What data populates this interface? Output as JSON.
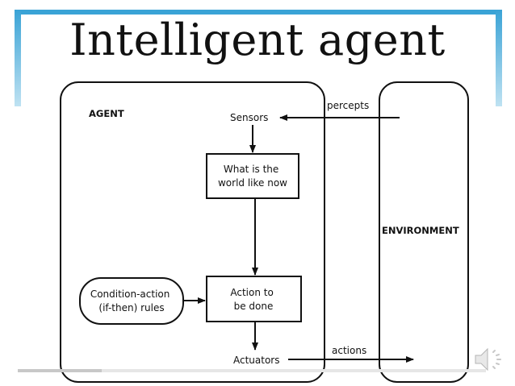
{
  "slide": {
    "title": "Intelligent agent",
    "progress": 0.18
  },
  "diagram": {
    "agent_label": "AGENT",
    "environment_label": "ENVIRONMENT",
    "nodes": {
      "sensors": "Sensors",
      "world_state": [
        "What is the",
        "world like now"
      ],
      "rules": [
        "Condition-action",
        "(if-then) rules"
      ],
      "action": [
        "Action to",
        "be done"
      ],
      "actuators": "Actuators"
    },
    "edges": {
      "percepts": "percepts",
      "actions": "actions"
    }
  },
  "icons": {
    "speaker": "speaker-icon"
  },
  "colors": {
    "accent": "#3aa3d6"
  }
}
